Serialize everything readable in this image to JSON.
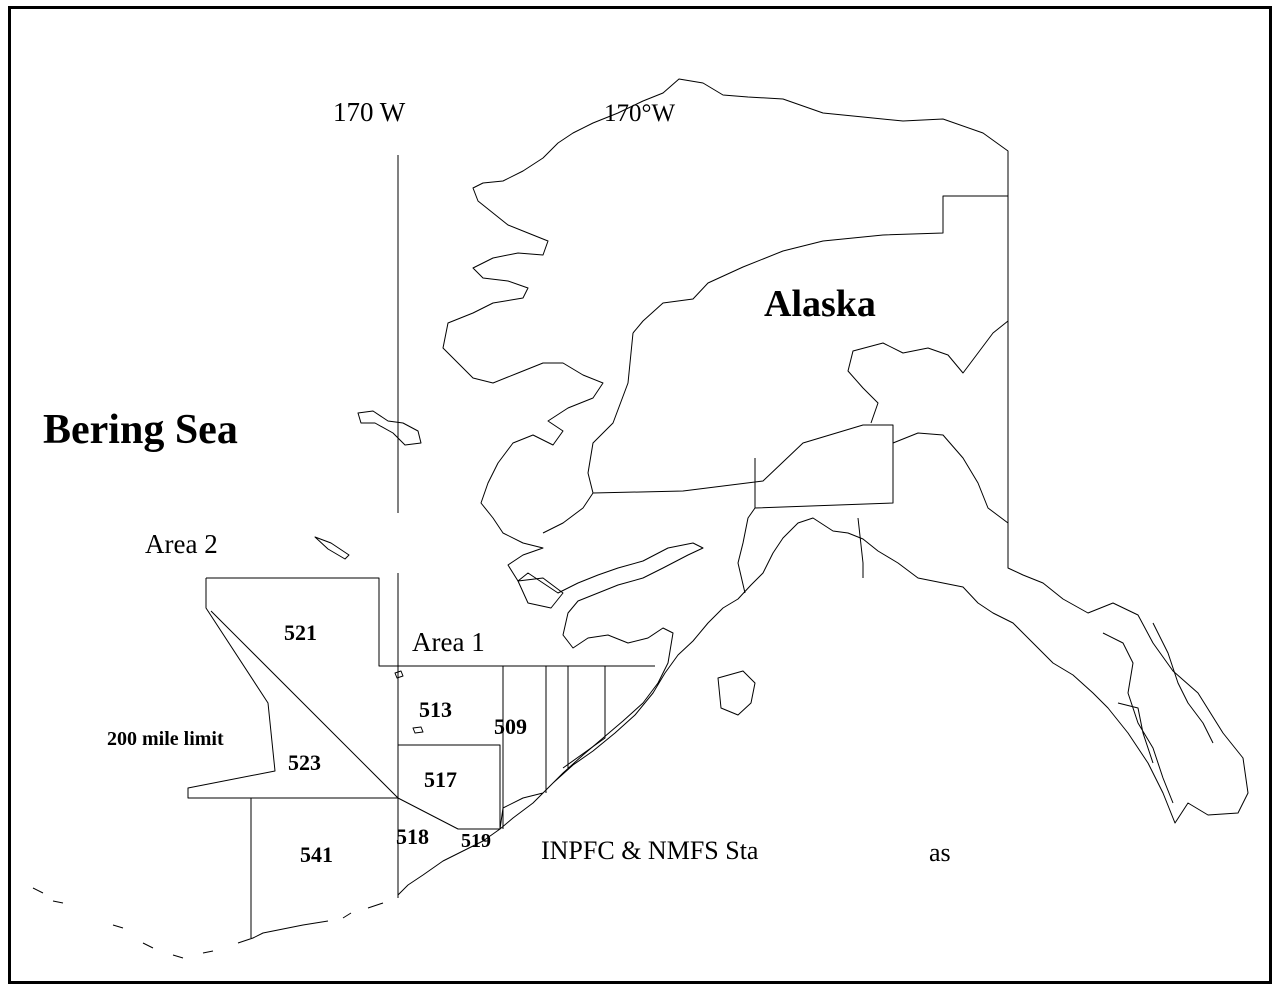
{
  "labels": {
    "lon_left": "170 W",
    "lon_right": "170°W",
    "alaska": "Alaska",
    "bering_sea": "Bering Sea",
    "area2": "Area 2",
    "area1": "Area 1",
    "limit": "200 mile limit",
    "caption_left": "INPFC & NMFS Sta",
    "caption_right": "as"
  },
  "areas": [
    "521",
    "513",
    "509",
    "523",
    "517",
    "518",
    "519",
    "541"
  ],
  "colors": {
    "line": "#000000",
    "background": "#ffffff"
  }
}
